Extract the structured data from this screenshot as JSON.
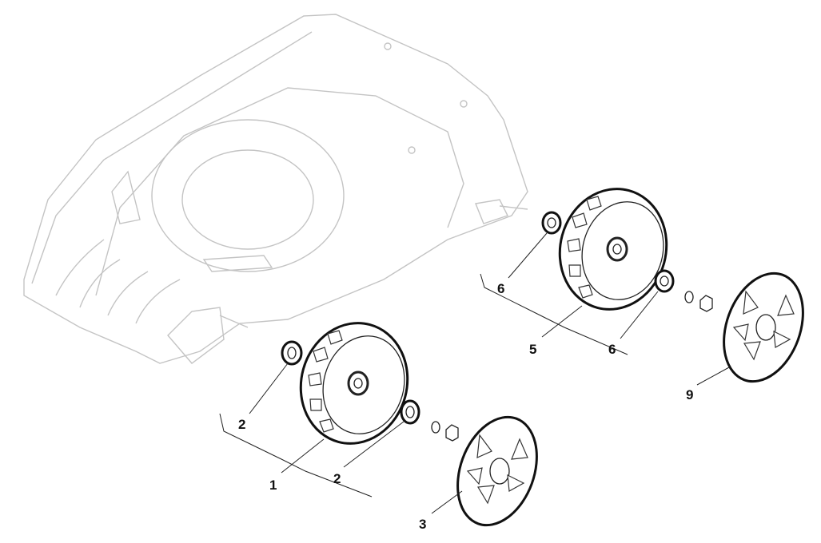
{
  "diagram": {
    "type": "exploded-parts-view",
    "callouts": [
      {
        "id": "bearing-left-inner",
        "label": "2"
      },
      {
        "id": "wheel-front",
        "label": "1"
      },
      {
        "id": "bearing-left-outer",
        "label": "2"
      },
      {
        "id": "hubcap-front",
        "label": "3"
      },
      {
        "id": "bearing-right-inner",
        "label": "6"
      },
      {
        "id": "wheel-rear",
        "label": "5"
      },
      {
        "id": "bearing-right-outer",
        "label": "6"
      },
      {
        "id": "hubcap-rear",
        "label": "9"
      }
    ]
  }
}
